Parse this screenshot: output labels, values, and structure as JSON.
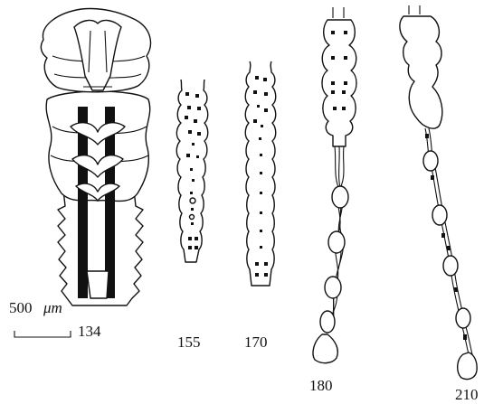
{
  "scale_bar": {
    "value": "500",
    "unit": "μm"
  },
  "stage_labels": [
    "134",
    "155",
    "170",
    "180",
    "210"
  ],
  "colors": {
    "ink": "#111111",
    "background": "#ffffff"
  }
}
